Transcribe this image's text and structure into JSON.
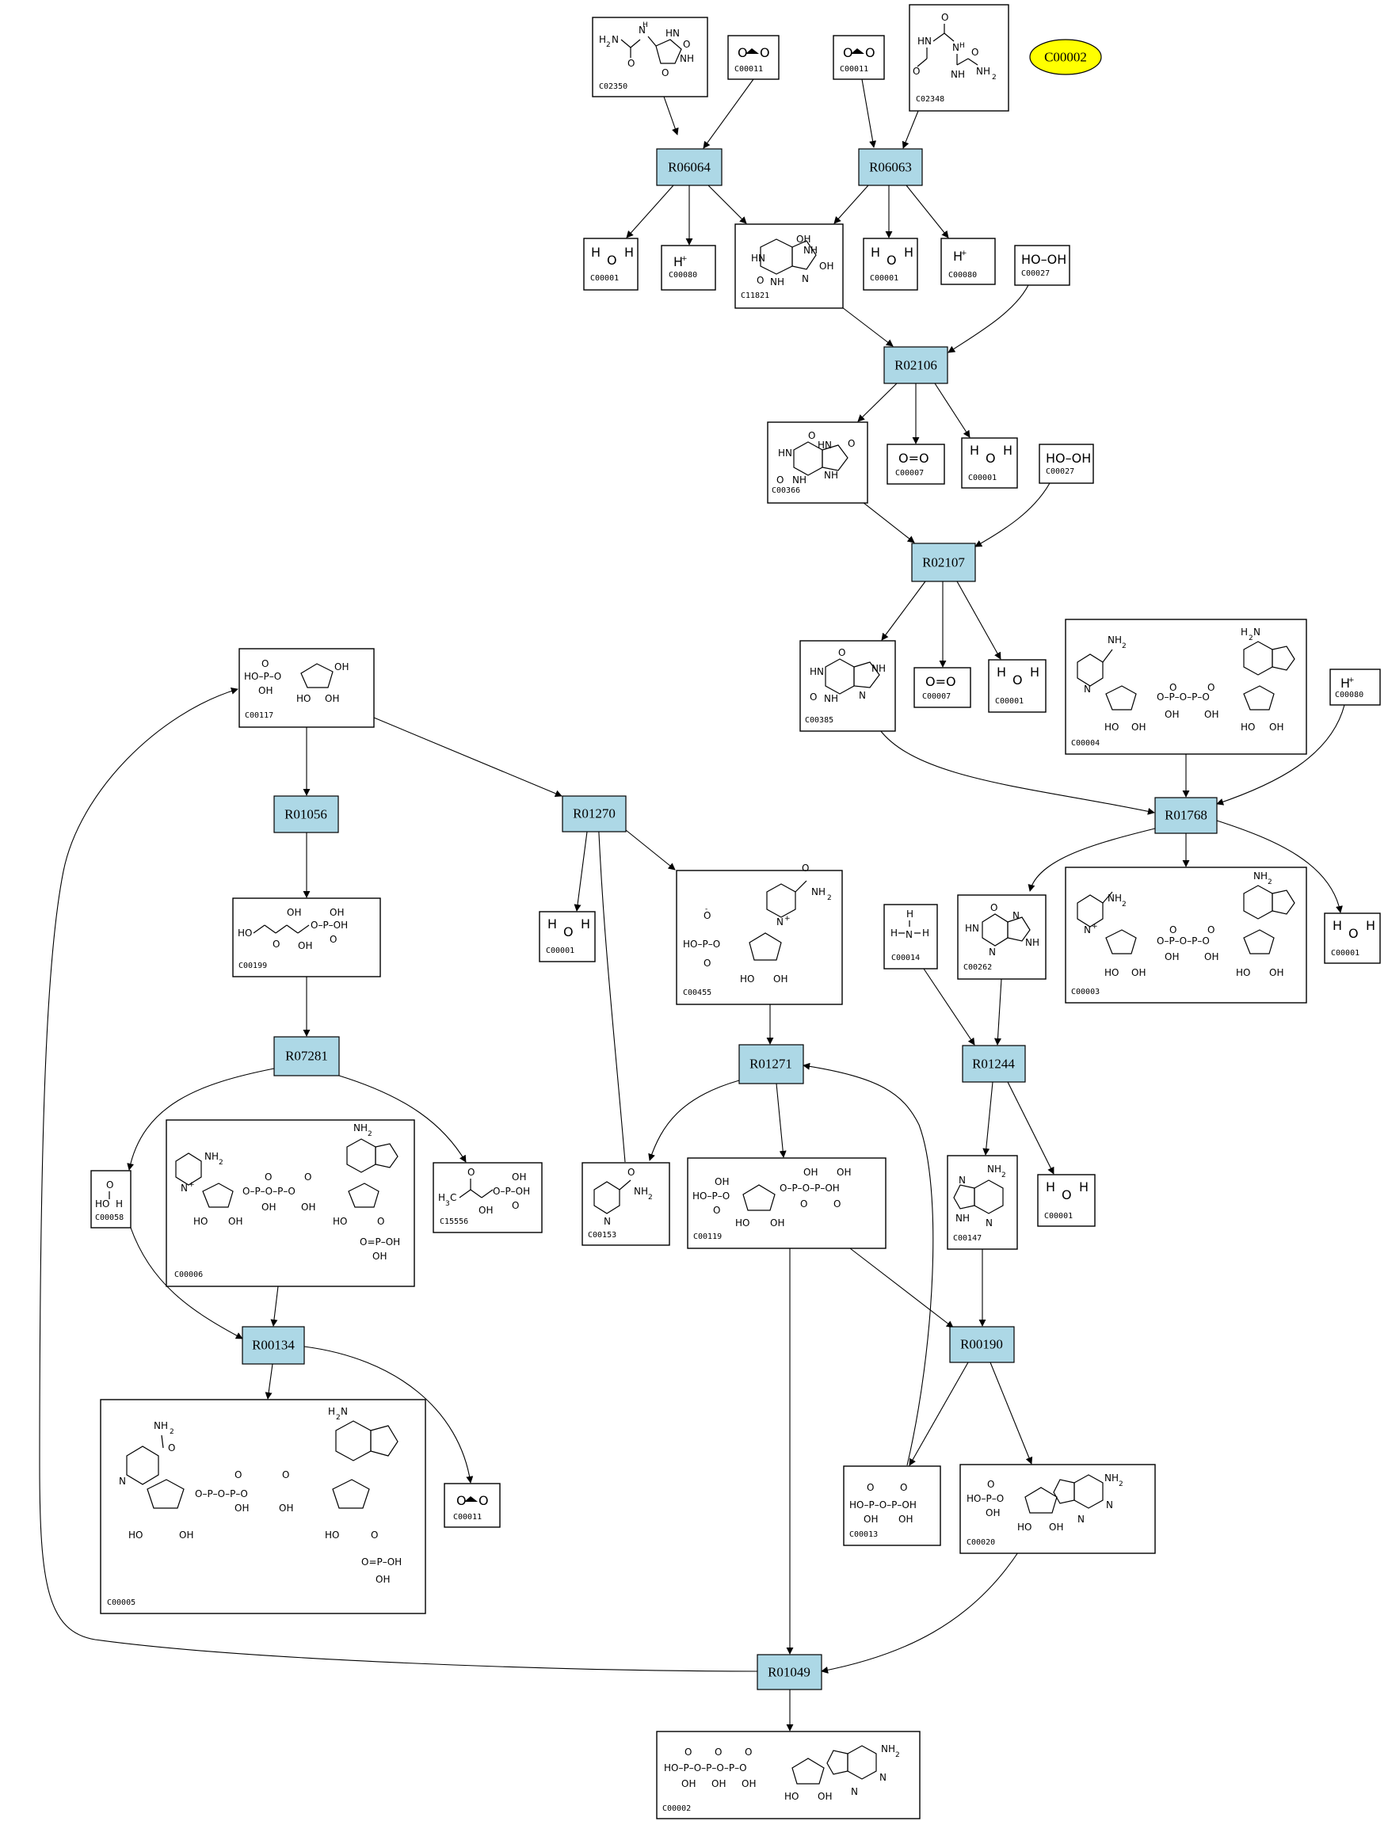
{
  "graph": {
    "compounds": {
      "c02350_top": {
        "id": "C02350",
        "formula": "H2N"
      },
      "c00011_a": {
        "id": "C00011"
      },
      "c00011_b": {
        "id": "C00011"
      },
      "c02348": {
        "id": "C02348"
      },
      "c00001_a": {
        "id": "C00001"
      },
      "c00080_a": {
        "id": "C00080"
      },
      "c11821": {
        "id": "C11821"
      },
      "c00001_b": {
        "id": "C00001"
      },
      "c00080_b": {
        "id": "C00080"
      },
      "c00027_a": {
        "id": "C00027"
      },
      "c00366": {
        "id": "C00366"
      },
      "c00007_a": {
        "id": "C00007"
      },
      "c00001_c": {
        "id": "C00001"
      },
      "c00027_b": {
        "id": "C00027"
      },
      "c00385": {
        "id": "C00385"
      },
      "c00007_b": {
        "id": "C00007"
      },
      "c00001_d": {
        "id": "C00001"
      },
      "c00004": {
        "id": "C00004"
      },
      "c00080_c": {
        "id": "C00080"
      },
      "c00117": {
        "id": "C00117"
      },
      "c00001_e": {
        "id": "C00001"
      },
      "c00455": {
        "id": "C00455"
      },
      "c00014": {
        "id": "C00014"
      },
      "c00262": {
        "id": "C00262"
      },
      "c00003": {
        "id": "C00003"
      },
      "c00001_f": {
        "id": "C00001"
      },
      "c00199": {
        "id": "C00199"
      },
      "c00058": {
        "id": "C00058"
      },
      "c00006": {
        "id": "C00006"
      },
      "c15556": {
        "id": "C15556"
      },
      "c00153": {
        "id": "C00153"
      },
      "c00119": {
        "id": "C00119"
      },
      "c00147": {
        "id": "C00147"
      },
      "c00001_g": {
        "id": "C00001"
      },
      "c00005": {
        "id": "C00005"
      },
      "c00011_c": {
        "id": "C00011"
      },
      "c00013": {
        "id": "C00013"
      },
      "c00020": {
        "id": "C00020"
      },
      "c00002": {
        "id": "C00002"
      }
    },
    "reactions": {
      "r06064": "R06064",
      "r06063": "R06063",
      "r02106": "R02106",
      "r02107": "R02107",
      "r01768": "R01768",
      "r01056": "R01056",
      "r01270": "R01270",
      "r07281": "R07281",
      "r01271": "R01271",
      "r01244": "R01244",
      "r00134": "R00134",
      "r00190": "R00190",
      "r01049": "R01049"
    },
    "highlight": {
      "label": "C00002"
    },
    "edges": [
      {
        "from": "C02350",
        "to": "R06064"
      },
      {
        "from": "C00011",
        "to": "R06064"
      },
      {
        "from": "C00011",
        "to": "R06063"
      },
      {
        "from": "C02348",
        "to": "R06063"
      },
      {
        "from": "R06064",
        "to": "C00001"
      },
      {
        "from": "R06064",
        "to": "C00080"
      },
      {
        "from": "R06064",
        "to": "C11821"
      },
      {
        "from": "R06063",
        "to": "C11821"
      },
      {
        "from": "R06063",
        "to": "C00001"
      },
      {
        "from": "R06063",
        "to": "C00080"
      },
      {
        "from": "C11821",
        "to": "R02106"
      },
      {
        "from": "C00027",
        "to": "R02106"
      },
      {
        "from": "R02106",
        "to": "C00366"
      },
      {
        "from": "R02106",
        "to": "C00007"
      },
      {
        "from": "R02106",
        "to": "C00001"
      },
      {
        "from": "C00366",
        "to": "R02107"
      },
      {
        "from": "C00027",
        "to": "R02107"
      },
      {
        "from": "R02107",
        "to": "C00385"
      },
      {
        "from": "R02107",
        "to": "C00007"
      },
      {
        "from": "R02107",
        "to": "C00001"
      },
      {
        "from": "C00385",
        "to": "R01768"
      },
      {
        "from": "C00004",
        "to": "R01768"
      },
      {
        "from": "C00080",
        "to": "R01768"
      },
      {
        "from": "R01768",
        "to": "C00262"
      },
      {
        "from": "R01768",
        "to": "C00003"
      },
      {
        "from": "R01768",
        "to": "C00001"
      },
      {
        "from": "C00117",
        "to": "R01056"
      },
      {
        "from": "C00117",
        "to": "R01270"
      },
      {
        "from": "R01270",
        "to": "C00001"
      },
      {
        "from": "R01270",
        "to": "C00455"
      },
      {
        "from": "R01056",
        "to": "C00199"
      },
      {
        "from": "C00199",
        "to": "R07281"
      },
      {
        "from": "R07281",
        "to": "C00058"
      },
      {
        "from": "R07281",
        "to": "C15556"
      },
      {
        "from": "C00455",
        "to": "R01271"
      },
      {
        "from": "R01271",
        "to": "C00153"
      },
      {
        "from": "R01271",
        "to": "C00119"
      },
      {
        "from": "C00153",
        "to": "R01270"
      },
      {
        "from": "C00014",
        "to": "R01244"
      },
      {
        "from": "C00262",
        "to": "R01244"
      },
      {
        "from": "R01244",
        "to": "C00147"
      },
      {
        "from": "R01244",
        "to": "C00001"
      },
      {
        "from": "C00058",
        "to": "R00134"
      },
      {
        "from": "C00006",
        "to": "R00134"
      },
      {
        "from": "R00134",
        "to": "C00005"
      },
      {
        "from": "R00134",
        "to": "C00011"
      },
      {
        "from": "C00147",
        "to": "R00190"
      },
      {
        "from": "C00119",
        "to": "R00190"
      },
      {
        "from": "R00190",
        "to": "C00013"
      },
      {
        "from": "R00190",
        "to": "C00020"
      },
      {
        "from": "C00013",
        "to": "R01271"
      },
      {
        "from": "C00119",
        "to": "R01049"
      },
      {
        "from": "C00020",
        "to": "R01049"
      },
      {
        "from": "R01049",
        "to": "C00117"
      },
      {
        "from": "R01049",
        "to": "C00002"
      }
    ]
  }
}
